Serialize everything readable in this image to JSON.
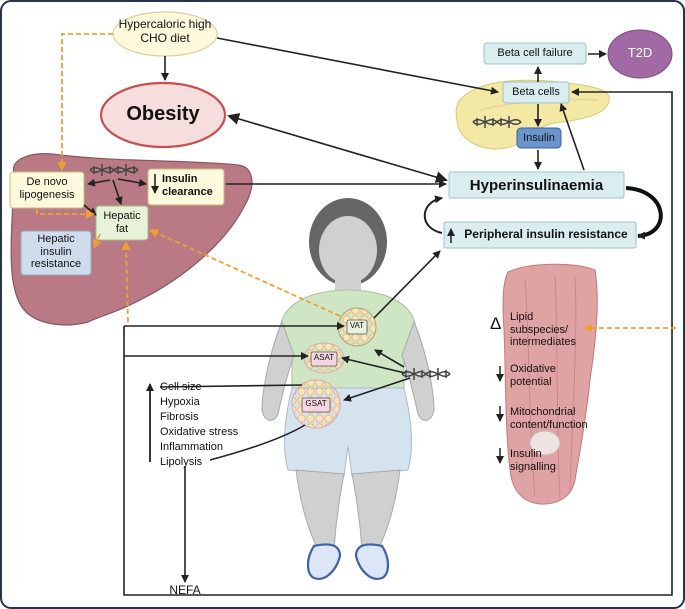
{
  "nodes": {
    "diet": "Hypercaloric high CHO diet",
    "obesity": "Obesity",
    "de_novo": "De novo lipogenesis",
    "insulin_clearance": "Insulin clearance",
    "hepatic_fat": "Hepatic fat",
    "hepatic_ir": "Hepatic insulin resistance",
    "beta_failure": "Beta cell failure",
    "t2d": "T2D",
    "beta_cells": "Beta cells",
    "insulin": "Insulin",
    "hyperinsulinaemia": "Hyperinsulinaemia",
    "peripheral_ir": "Peripheral insulin resistance",
    "vat": "VAT",
    "asat": "ASAT",
    "gsat": "GSAT",
    "nefa": "NEFA"
  },
  "adipose_changes": [
    "Cell size",
    "Hypoxia",
    "Fibrosis",
    "Oxidative stress",
    "Inflammation",
    "Lipolysis"
  ],
  "muscle_changes": [
    {
      "marker": "Δ",
      "text": "Lipid subspecies/ intermediates"
    },
    {
      "marker": "↓",
      "text": "Oxidative potential"
    },
    {
      "marker": "↓",
      "text": "Mitochondrial content/function"
    },
    {
      "marker": "↓",
      "text": "Insulin signalling"
    }
  ],
  "colors": {
    "liver": "#b97a86",
    "pancreas": "#f3e9a5",
    "muscle": "#e0a3a3",
    "body_skin": "#c9c9c9",
    "shirt": "#cfe6c4",
    "shorts": "#d5e3ee",
    "box_teal": "#daeef0",
    "box_cream": "#fdf9dc",
    "box_green": "#e7f2d9",
    "box_blue": "#cfdceb",
    "insulin_blue": "#6c94cc",
    "t2d_purple": "#a16aa5",
    "obesity_fill": "#f6dede",
    "obesity_stroke": "#c94e4e",
    "dashed_orange": "#f0a030",
    "arrow": "#222222"
  },
  "icons": [
    "dna-icon",
    "dna-icon",
    "dna-icon",
    "fat-cell-cluster-icon",
    "shoe-icon"
  ]
}
